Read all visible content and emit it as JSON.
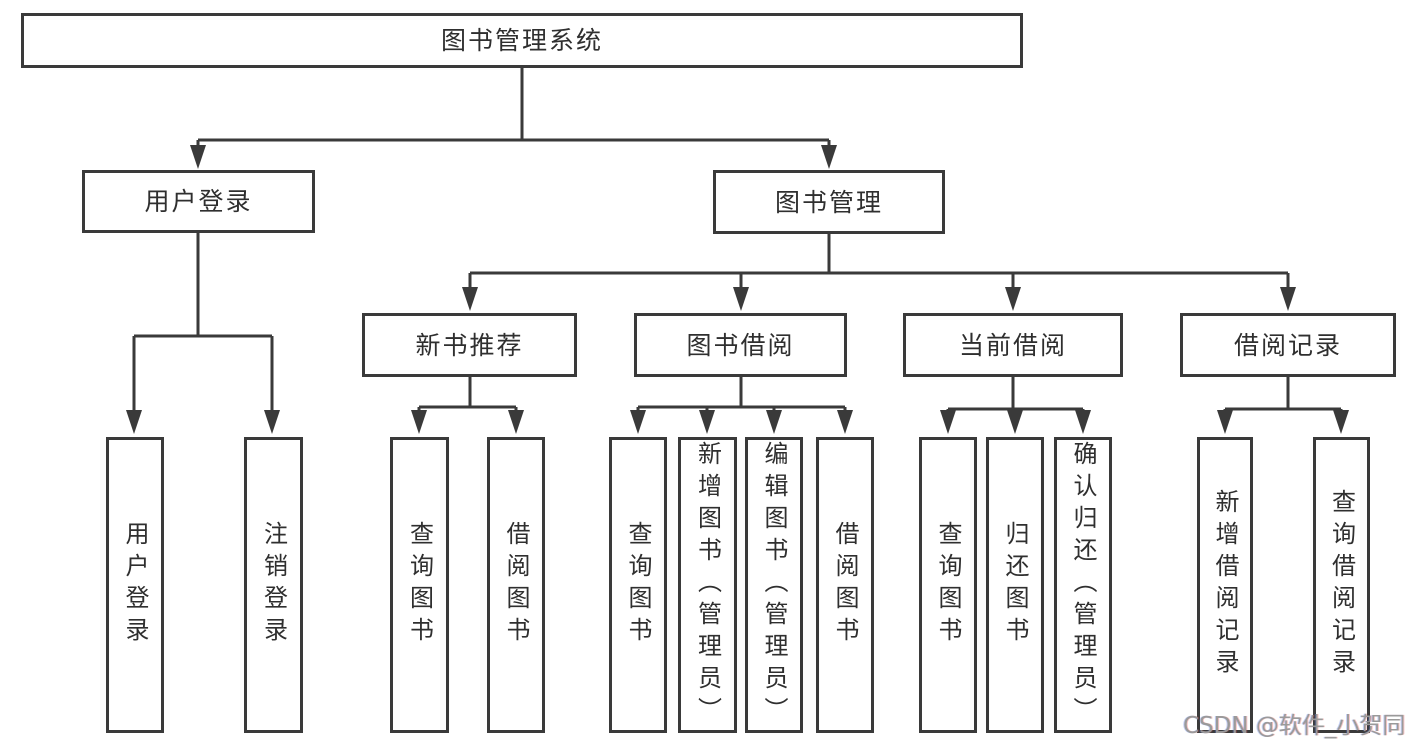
{
  "nodes": {
    "root": "图书管理系统",
    "l2": [
      "用户登录",
      "图书管理"
    ],
    "l3": [
      "新书推荐",
      "图书借阅",
      "当前借阅",
      "借阅记录"
    ],
    "leaf_user_login": [
      "用户登录",
      "注销登录"
    ],
    "leaf_new_book": [
      "查询图书",
      "借阅图书"
    ],
    "leaf_book_borrow": [
      "查询图书",
      "新增图书（管理员）",
      "编辑图书（管理员）",
      "借阅图书"
    ],
    "leaf_current_borrow": [
      "查询图书",
      "归还图书",
      "确认归还（管理员）"
    ],
    "leaf_borrow_record": [
      "新增借阅记录",
      "查询借阅记录"
    ]
  },
  "watermark": {
    "text": "CSDN @软件_小贺同学"
  },
  "colors": {
    "line": "#3a3a3a",
    "box-border": "#3a3a3a",
    "text": "#2f2f2f",
    "watermark": "#9a9a9a",
    "background": "#ffffff"
  }
}
